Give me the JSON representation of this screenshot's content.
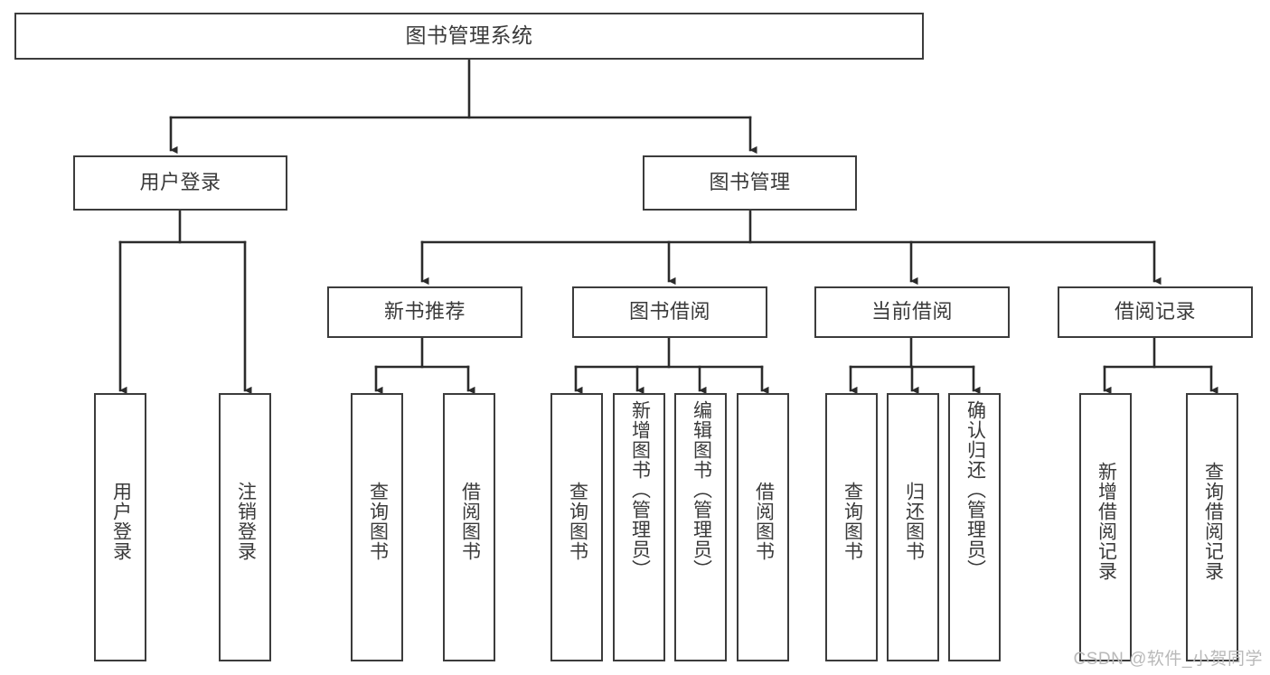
{
  "diagram": {
    "title": "图书管理系统",
    "type": "tree",
    "watermark": "CSDN @软件_小贺同学",
    "colors": {
      "border": "#3c3c3c",
      "text": "#3a3a3a",
      "background": "#ffffff",
      "edge": "#2b2b2b",
      "watermark": "#b9b9b9"
    },
    "root": {
      "label": "图书管理系统"
    },
    "level2": [
      {
        "label": "用户登录"
      },
      {
        "label": "图书管理"
      }
    ],
    "level3": [
      {
        "label": "新书推荐"
      },
      {
        "label": "图书借阅"
      },
      {
        "label": "当前借阅"
      },
      {
        "label": "借阅记录"
      }
    ],
    "leaves": [
      {
        "label": "用户登录",
        "parent": "用户登录"
      },
      {
        "label": "注销登录",
        "parent": "用户登录"
      },
      {
        "label": "查询图书",
        "parent": "新书推荐"
      },
      {
        "label": "借阅图书",
        "parent": "新书推荐"
      },
      {
        "label": "查询图书",
        "parent": "图书借阅"
      },
      {
        "label": "新增图书（管理员）",
        "parent": "图书借阅"
      },
      {
        "label": "编辑图书（管理员）",
        "parent": "图书借阅"
      },
      {
        "label": "借阅图书",
        "parent": "图书借阅"
      },
      {
        "label": "查询图书",
        "parent": "当前借阅"
      },
      {
        "label": "归还图书",
        "parent": "当前借阅"
      },
      {
        "label": "确认归还（管理员）",
        "parent": "当前借阅"
      },
      {
        "label": "新增借阅记录",
        "parent": "借阅记录"
      },
      {
        "label": "查询借阅记录",
        "parent": "借阅记录"
      }
    ]
  }
}
